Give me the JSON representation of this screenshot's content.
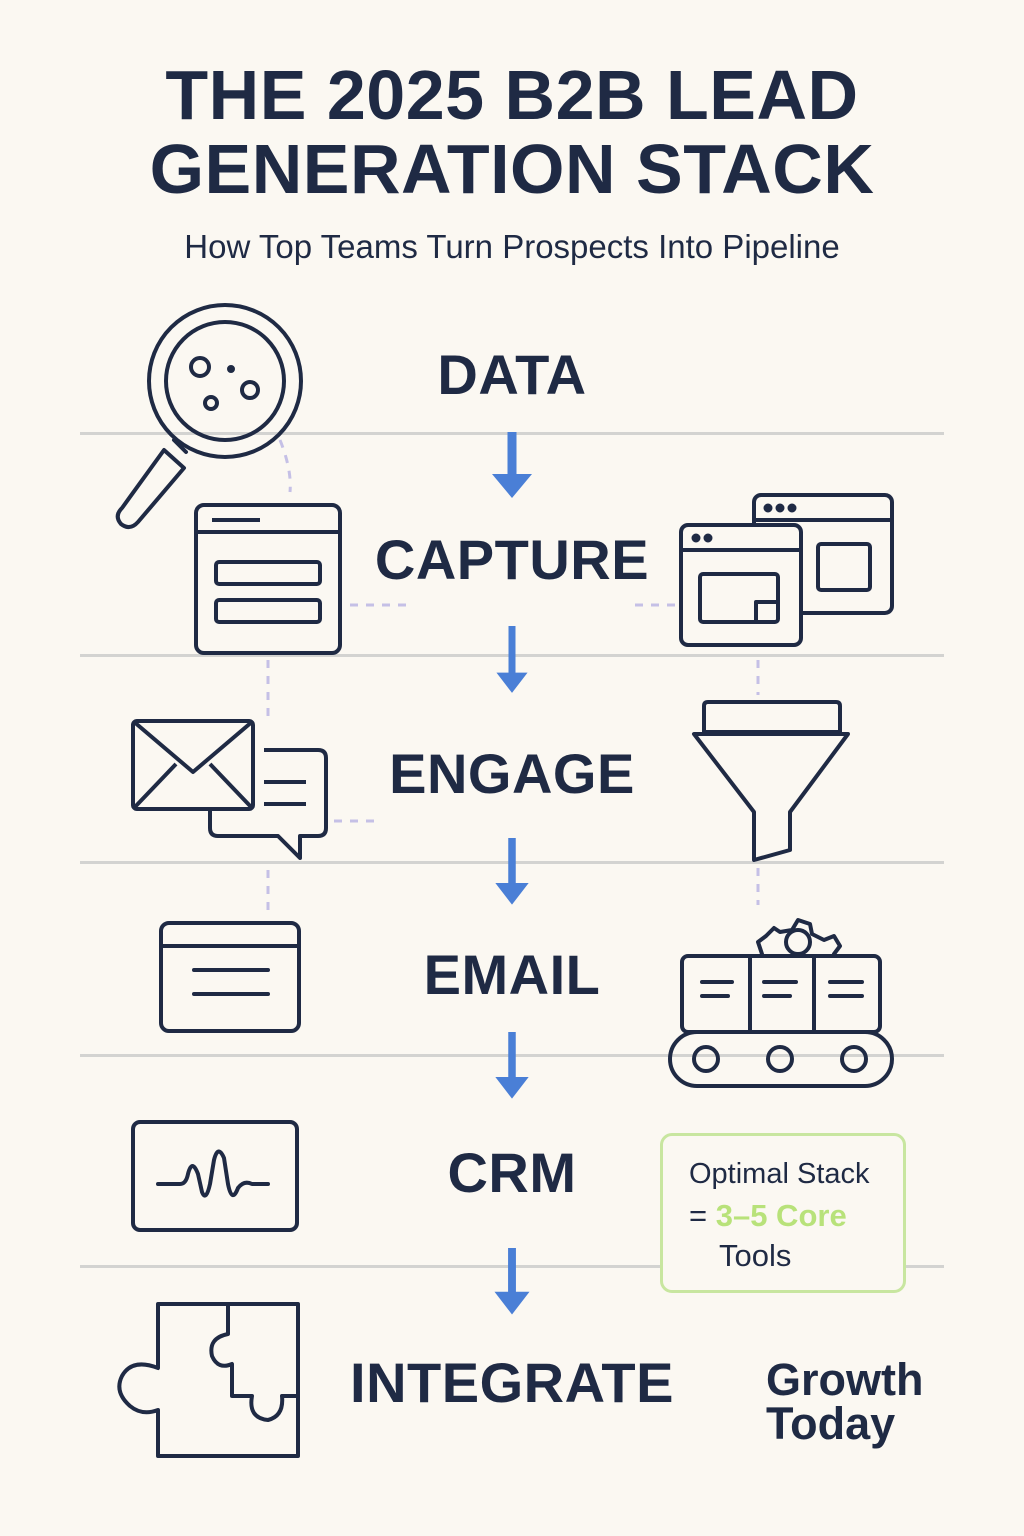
{
  "title": {
    "line1": "THE 2025 B2B LEAD",
    "line2": "GENERATION STACK"
  },
  "subtitle": "How Top Teams Turn Prospects Into Pipeline",
  "stages": [
    {
      "label": "DATA",
      "icon": "magnifying-glass-icon"
    },
    {
      "label": "CAPTURE",
      "icon": "form-icon"
    },
    {
      "label": "ENGAGE",
      "icon": "envelope-chat-icon"
    },
    {
      "label": "EMAIL",
      "icon": "email-card-icon"
    },
    {
      "label": "CRM",
      "icon": "waveform-monitor-icon"
    },
    {
      "label": "INTEGRATE",
      "icon": "puzzle-piece-icon"
    }
  ],
  "right_icons": [
    "browser-windows-icon",
    "funnel-icon",
    "conveyor-gear-icon"
  ],
  "callout": {
    "line1": "Optimal Stack",
    "line2_prefix": "= ",
    "line2_highlight": "3–5 Core",
    "line3": "Tools"
  },
  "brand": {
    "line1": "Growth",
    "line2": "Today"
  },
  "colors": {
    "background": "#fbf8f2",
    "ink": "#1f2a44",
    "arrow": "#4a7fd6",
    "divider": "#d3d3d1",
    "connector": "#c5c0e6",
    "highlight": "#b8e27a"
  }
}
